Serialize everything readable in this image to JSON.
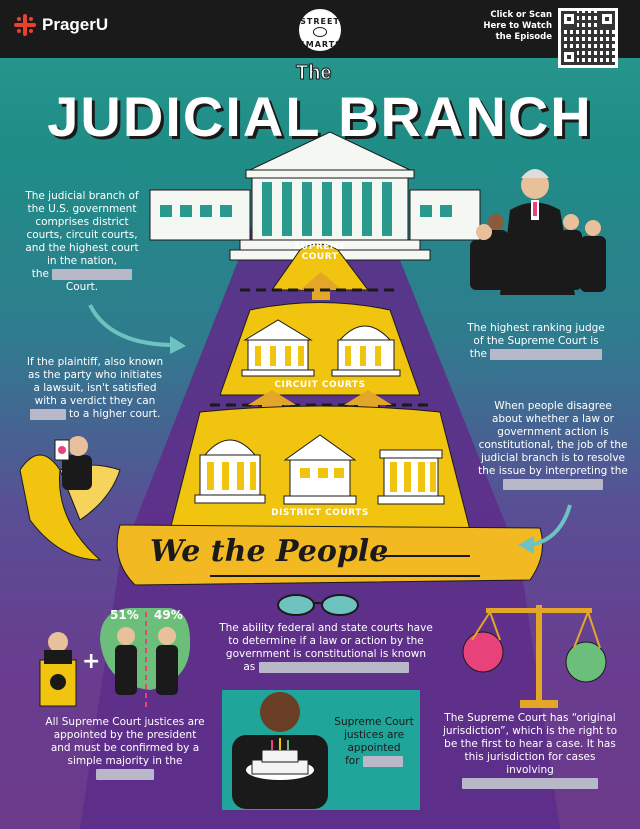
{
  "brand": {
    "name": "PragerU"
  },
  "badge": {
    "top": "STREET",
    "bottom": "SMARTS"
  },
  "scan": {
    "text": "Click or Scan Here to Watch the Episode"
  },
  "title": {
    "the": "The",
    "main": "JUDICIAL BRANCH"
  },
  "pyramid": {
    "supreme": "SUPREME COURT",
    "circuit": "CIRCUIT COURTS",
    "district": "DISTRICT COURTS",
    "base": "We the People"
  },
  "texts": {
    "judicial_intro_1": "The judicial branch of the U.S. government comprises district courts, circuit courts, and the highest court in the nation,",
    "judicial_intro_the": "the",
    "judicial_intro_end": "Court.",
    "highest_judge_1": "The highest ranking judge of the Supreme Court is",
    "highest_judge_the": "the",
    "plaintiff_1": "If the plaintiff, also known as the party who initiates a lawsuit, isn't satisfied with a verdict they can",
    "plaintiff_end": "to a higher court.",
    "disagree_1": "When people disagree about whether a law or government action is constitutional, the job of the judicial branch is to resolve the issue by interpreting the",
    "ability_1": "The ability federal and state courts have to determine if a law or action by the government is constitutional is known",
    "ability_as": "as",
    "appointed_1": "All Supreme Court justices are appointed by the president and must be confirmed by a simple majority in the",
    "appointed_for_1": "Supreme Court justices are appointed",
    "appointed_for_for": "for",
    "jurisdiction_1": "The Supreme Court has “original jurisdiction”, which is the right to be the first to hear a case. It has this jurisdiction for cases involving"
  },
  "percent": {
    "left": "51%",
    "right": "49%"
  },
  "colors": {
    "teal": "#2a9a8f",
    "purple": "#6b3a8a",
    "yellow": "#f1c40f",
    "dark_yellow": "#e4b400",
    "red": "#e8412f",
    "pink": "#e8427a",
    "green": "#6cbf7a",
    "blank": "#b9b8c9"
  },
  "icons": [
    "supreme-court-building-icon",
    "judge-icon",
    "courthouse-icon",
    "banana-icon",
    "glasses-icon",
    "podium-icon",
    "scales-icon",
    "birthday-cake-icon",
    "arrow-icon",
    "qr-code-icon"
  ]
}
